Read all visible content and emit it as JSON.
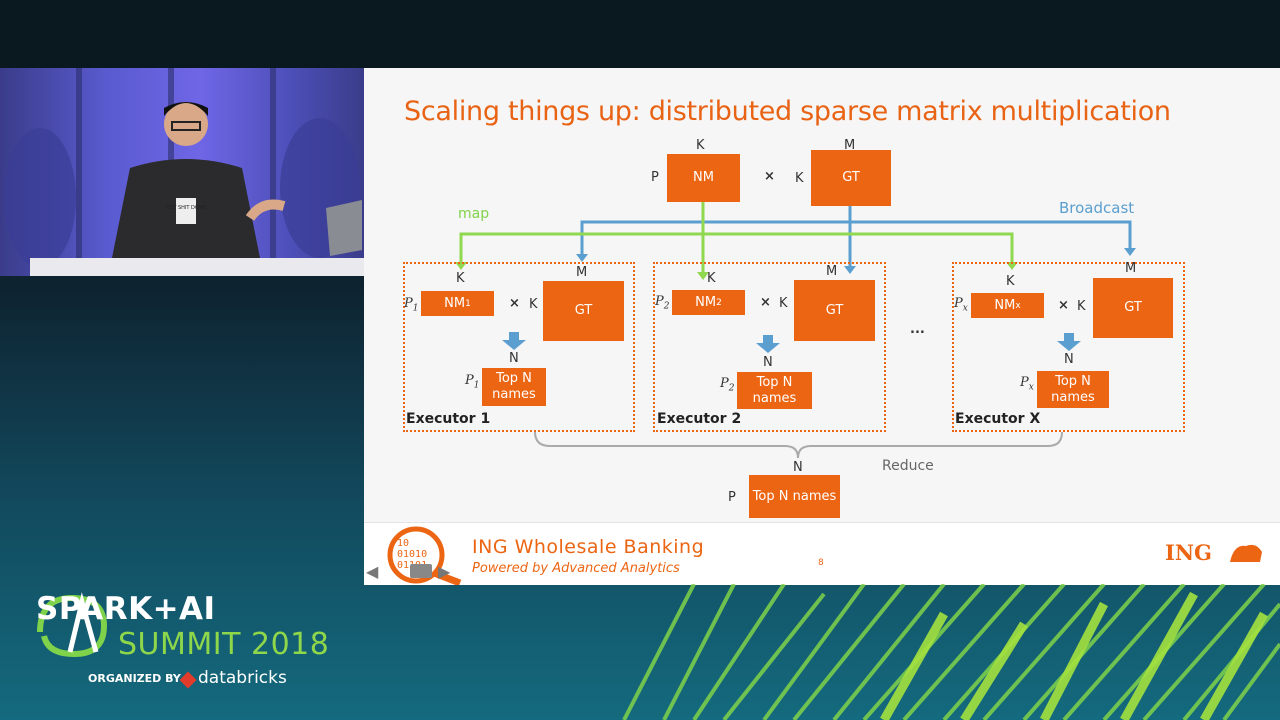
{
  "slide": {
    "title": "Scaling things up: distributed sparse matrix multiplication",
    "page_number": "8"
  },
  "top": {
    "nm": "NM",
    "gt": "GT",
    "k1": "K",
    "m": "M",
    "p": "P",
    "times": "×",
    "k2": "K",
    "map": "map",
    "broadcast": "Broadcast"
  },
  "executors": [
    {
      "title": "Executor 1",
      "nm_label": "NM",
      "nm_sub": "1",
      "p_label": "P",
      "p_sub": "1",
      "gt": "GT",
      "k1": "K",
      "m": "M",
      "times": "×",
      "k2": "K",
      "n": "N",
      "topn": "Top N names",
      "p2_label": "P",
      "p2_sub": "1"
    },
    {
      "title": "Executor 2",
      "nm_label": "NM",
      "nm_sub": "2",
      "p_label": "P",
      "p_sub": "2",
      "gt": "GT",
      "k1": "K",
      "m": "M",
      "times": "×",
      "k2": "K",
      "n": "N",
      "topn": "Top N names",
      "p2_label": "P",
      "p2_sub": "2"
    },
    {
      "title": "Executor X",
      "nm_label": "NM",
      "nm_sub": "x",
      "p_label": "P",
      "p_sub": "x",
      "gt": "GT",
      "k1": "K",
      "m": "M",
      "times": "×",
      "k2": "K",
      "n": "N",
      "topn": "Top N names",
      "p2_label": "P",
      "p2_sub": "x"
    }
  ],
  "ellipsis": "...",
  "reduce": {
    "label": "Reduce",
    "n": "N",
    "p": "P",
    "box": "Top N names"
  },
  "footer": {
    "brand_line1": "ING Wholesale Banking",
    "brand_line2": "Powered by Advanced Analytics",
    "ing_logo": "ING",
    "binary": "10\n01010\n01101"
  },
  "event": {
    "line1": "SPARK+AI",
    "line2": "SUMMIT 2018",
    "organized": "ORGANIZED BY",
    "org_name": "databricks"
  },
  "speaker_badge": "GET SHIT DONE",
  "colors": {
    "orange": "#ec6512",
    "green": "#7fd34a",
    "blue": "#5b9fd0"
  }
}
